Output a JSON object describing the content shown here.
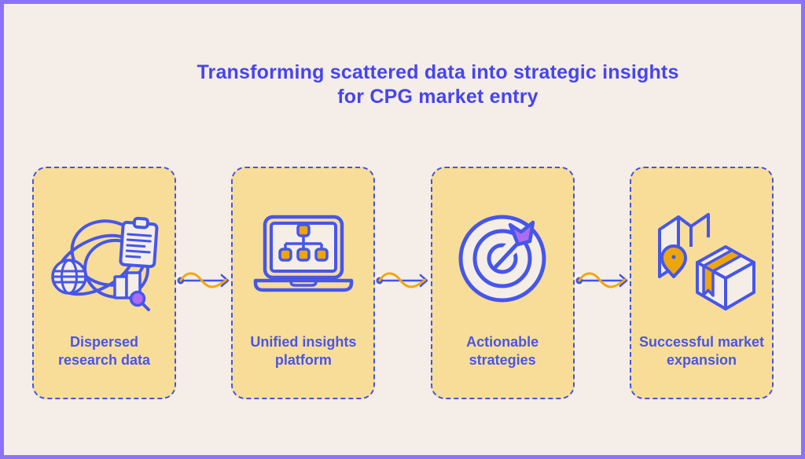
{
  "title": {
    "text": "Transforming scattered data into strategic insights\nfor CPG market entry"
  },
  "flow": {
    "steps": [
      {
        "label": "Dispersed\nresearch data",
        "icon": "dispersed-research-data-icon"
      },
      {
        "label": "Unified insights\nplatform",
        "icon": "unified-insights-platform-icon"
      },
      {
        "label": "Actionable\nstrategies",
        "icon": "actionable-strategies-target-icon"
      },
      {
        "label": "Successful market\nexpansion",
        "icon": "successful-market-expansion-icon"
      }
    ]
  },
  "colors": {
    "background": "#F5EDE7",
    "frame_border": "#8C72FA",
    "title_text": "#4645EE",
    "card_fill": "#F8DD99",
    "card_border": "#4355E2",
    "label_text": "#4A55E8",
    "icon_stroke": "#4656EA",
    "icon_fill": "#F4EEE7",
    "accent_orange": "#ECA50F",
    "accent_purple": "#AC6CF2",
    "arrow_blue": "#4254E8",
    "wave_orange": "#F2A70C"
  }
}
